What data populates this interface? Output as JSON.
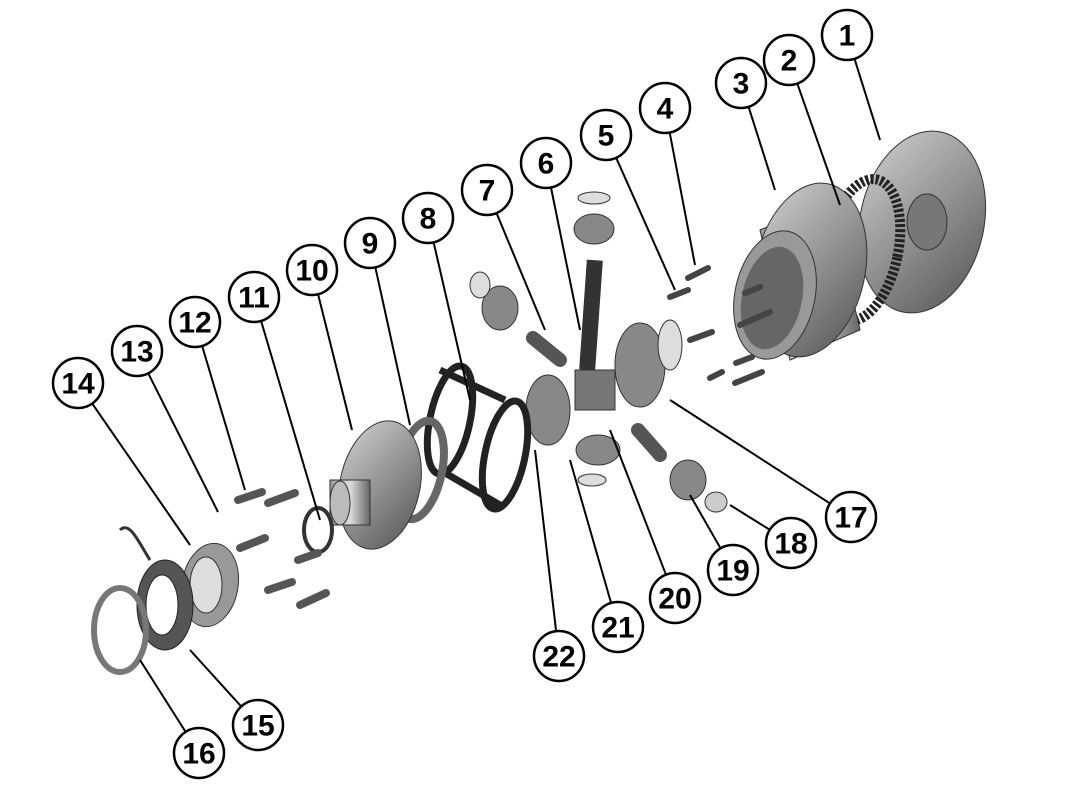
{
  "title": "Differential exploded view",
  "callouts": [
    "1",
    "2",
    "3",
    "4",
    "5",
    "6",
    "7",
    "8",
    "9",
    "10",
    "11",
    "12",
    "13",
    "14",
    "15",
    "16",
    "17",
    "18",
    "19",
    "20",
    "21",
    "22"
  ],
  "colors": {
    "part": "#8a8a8a",
    "dark": "#3a3a3a",
    "light": "#c8c8c8",
    "line": "#000000"
  }
}
